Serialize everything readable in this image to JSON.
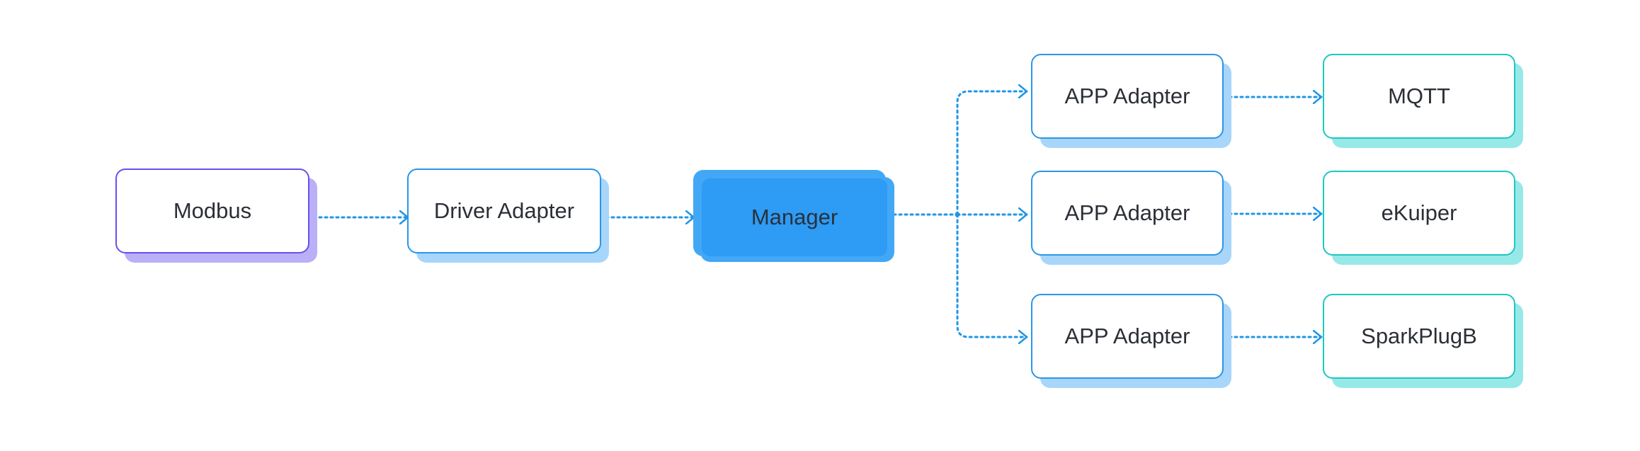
{
  "diagram": {
    "source": {
      "label": "Modbus"
    },
    "driver_adapter": {
      "label": "Driver Adapter"
    },
    "manager": {
      "label": "Manager"
    },
    "app_adapters": [
      {
        "label": "APP Adapter"
      },
      {
        "label": "APP Adapter"
      },
      {
        "label": "APP Adapter"
      }
    ],
    "targets": [
      {
        "label": "MQTT"
      },
      {
        "label": "eKuiper"
      },
      {
        "label": "SparkPlugB"
      }
    ]
  },
  "colors": {
    "connector": "#1e96e6",
    "purple_border": "#6a4ff0",
    "purple_shadow": "#b9b0f8",
    "blue_border": "#2a97e8",
    "blue_shadow": "#a8d6fb",
    "teal_border": "#1cc8c3",
    "teal_shadow": "#97e9e8",
    "manager_fill": "#2e9bf5",
    "manager_shadow": "#42a8f6"
  }
}
